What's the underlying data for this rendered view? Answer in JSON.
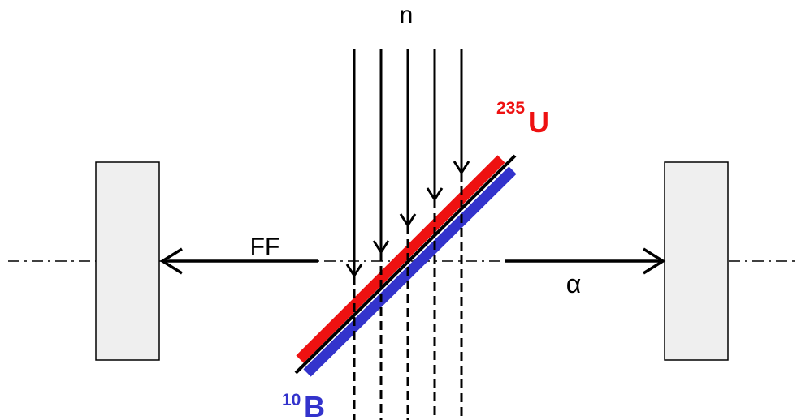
{
  "labels": {
    "neutron": "n",
    "fission_fragment": "FF",
    "alpha": "α",
    "uranium_mass": "235",
    "uranium_symbol": "U",
    "boron_mass": "10",
    "boron_symbol": "B"
  },
  "colors": {
    "uranium_layer": "#ee1111",
    "boron_layer": "#3333cc",
    "detector_fill": "#efefef",
    "line": "#000000"
  },
  "neutron_beam_count": 5
}
